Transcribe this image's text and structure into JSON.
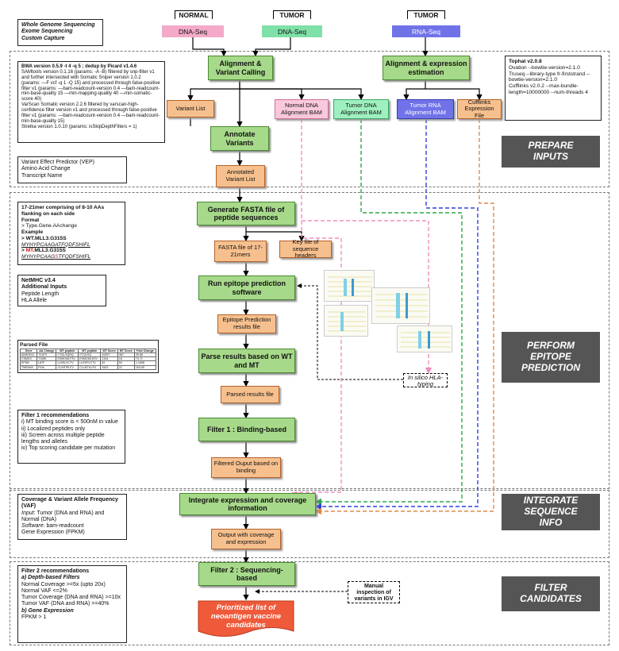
{
  "header": {
    "normal_label": "NORMAL",
    "tumor_label_1": "TUMOR",
    "tumor_label_2": "TUMOR",
    "dna_seq_normal": "DNA-Seq",
    "dna_seq_tumor": "DNA-Seq",
    "rna_seq_tumor": "RNA-Seq"
  },
  "capture_note": [
    "Whole Genome Sequencing",
    "Exome Sequencing",
    "Custom Capture"
  ],
  "tools_note": {
    "bwa": "BWA version 0.5.9 -t 4 -q 5 ; dedup by Picard v1.4.6",
    "samtools": "SAMtools version 0.1.16 (params: -A -B) filtered by snp-filter v1 and further intersected with Somatic Sniper version 1.0.2 (params: —F vcf -q 1 -Q 15) and processed through false-positive filter v1 (params: —bam-readcount-version 0.4 —bam-readcount-min-base-quality 15 —min-mapping-quality 40 —min-somatic-score 40)",
    "varscan": "VarScan Somatic version 2.2.6 filtered by varscan-high-confidence filter version v1 and processed through false-positive filter v1 (params: —bam-readcount-version 0.4 —bam-readcount-min-base-quality 15)",
    "strelka": "Strelka version 1.0.10 (params: isSkipDepthFilters = 1)"
  },
  "rna_tools_note": {
    "tophat": "Tophat v2.0.8",
    "ovation": "Ovation --bowtie-version=2.1.0",
    "truseq": "Truseq --library-type fr-firststrand --bowtie-version=2.1.0",
    "cufflinks": "Cufflinks v2.0.2 --max-bundle-length=10000000 --num-threads 4"
  },
  "vep_note": [
    "Variant Effect Predictor (VEP)",
    "Amino Acid Change",
    "Transcript Name"
  ],
  "fasta_note": {
    "line1": "17-21mer comprising of 8-10 AAs flanking on each side",
    "format_hdr": "Format",
    "format_val": "> Type.Gene.AAchange",
    "example_hdr": "Example",
    "ex1": "> WT.MLL3.G315S",
    "ex2": "MYHYPCAAGATFQDFSHIFL",
    "ex3_prefix": "> ",
    "ex3_mt": "MT",
    "ex3_rest": ".MLL3.G315S",
    "ex4_a": "MYHYPCAAG",
    "ex4_b": "S",
    "ex4_c": "TFQDFSHIFL"
  },
  "netmhc_note": [
    "NetMHC v3.4",
    "Additional Inputs",
    "Peptide Length",
    "HLA Allele"
  ],
  "parsed_note": {
    "title": "Parsed File",
    "columns": [
      "Gene",
      "AA Change",
      "WT peptide",
      "MT peptide",
      "WT Score",
      "MT Score",
      "Fold Change"
    ],
    "rows": [
      [
        "ANKRD11",
        "T1107I",
        "CTQLSQRQ",
        "CTQLSQ",
        "10007",
        "387",
        "25.86"
      ],
      [
        "CSMD3",
        "T155K",
        "ESMGMLTSV",
        "ESMGMLKSV",
        "1344",
        "18",
        "74.71"
      ],
      [
        "EPSB",
        "L87F",
        "LLEELVCTV",
        "LLEEFVCTV",
        "62",
        "53",
        "1.1698"
      ],
      [
        "TMEM45",
        "P19L",
        "CLINTIPLFV",
        "CLLNTILLFV",
        "3443",
        "21",
        "163.95"
      ]
    ]
  },
  "filter1_note": [
    "Filter 1 recommendations",
    "i) MT binding score is < 500nM in value",
    "ii) Localized peptides only",
    "iii) Screen across multiple peptide lengths and alleles",
    "iv) Top scoring candidate per mutation"
  ],
  "coverage_note": {
    "title": "Coverage & Variant Allele Frequency (VAF)",
    "input_lbl": "Input",
    "input_val": ": Tumor (DNA and RNA) and Normal (DNA)",
    "software_lbl": "Software",
    "software_val": ": bam-readcount",
    "gene_expr": "Gene Expression (FPKM)"
  },
  "filter2_note": {
    "title": "Filter 2 recommendations",
    "a": "a) Depth-based Filters",
    "l1": "Normal Coverage >=5x (upto 20x)",
    "l2": "Normal VAF <=2%",
    "l3": "Tumor Coverage (DNA and RNA) >=10x",
    "l4": "Tumor VAF (DNA and RNA) >=40%",
    "b": "b) Gene Expression",
    "l5": "FPKM > 1"
  },
  "process": {
    "align_call": "Alignment & Variant Calling",
    "align_expr": "Alignment & expression estimation",
    "annotate": "Annotate Variants",
    "gen_fasta": "Generate FASTA file of peptide sequences",
    "run_epitope": "Run epitope prediction software",
    "parse": "Parse results based on WT and MT",
    "filter1": "Filter 1 : Binding-based",
    "integrate": "Integrate expression and coverage information",
    "filter2": "Filter 2 : Sequencing-based"
  },
  "outputs": {
    "variant_list": "Variant List",
    "normal_bam": "Normal DNA Alignment BAM",
    "tumor_dna_bam": "Tumor DNA Alignment BAM",
    "tumor_rna_bam": "Tumor RNA Alignment BAM",
    "cufflinks_file": "Cufflinks Expression File",
    "annotated_list": "Annotated Variant List",
    "fasta_17_21": "FASTA file of 17-21mers",
    "key_file": "Key file of sequence headers",
    "epitope_results": "Epitope Prediction results file",
    "parsed_results": "Parsed results file",
    "filtered_output": "Filtered Ouput based on binding",
    "output_coverage": "Output with coverage and expression",
    "final": "Prioritized list of neoantigen vaccine candidates"
  },
  "side": {
    "hla_typing": "In silico HLA-typing",
    "manual_igv": "Manual inspection of variants in IGV"
  },
  "stages": {
    "prepare": "PREPARE INPUTS",
    "perform": "PERFORM EPITOPE PREDICTION",
    "integrate": "INTEGRATE SEQUENCE INFO",
    "filter": "FILTER CANDIDATES"
  },
  "colors": {
    "process_green": "#a7d98a",
    "output_orange": "#f6c08e",
    "final_red": "#ef5a3a",
    "normal_pink": "#f4a9c8",
    "tumor_dna_green": "#7fe0a8",
    "tumor_rna_blue": "#7072e8",
    "stage_gray": "#555555"
  }
}
